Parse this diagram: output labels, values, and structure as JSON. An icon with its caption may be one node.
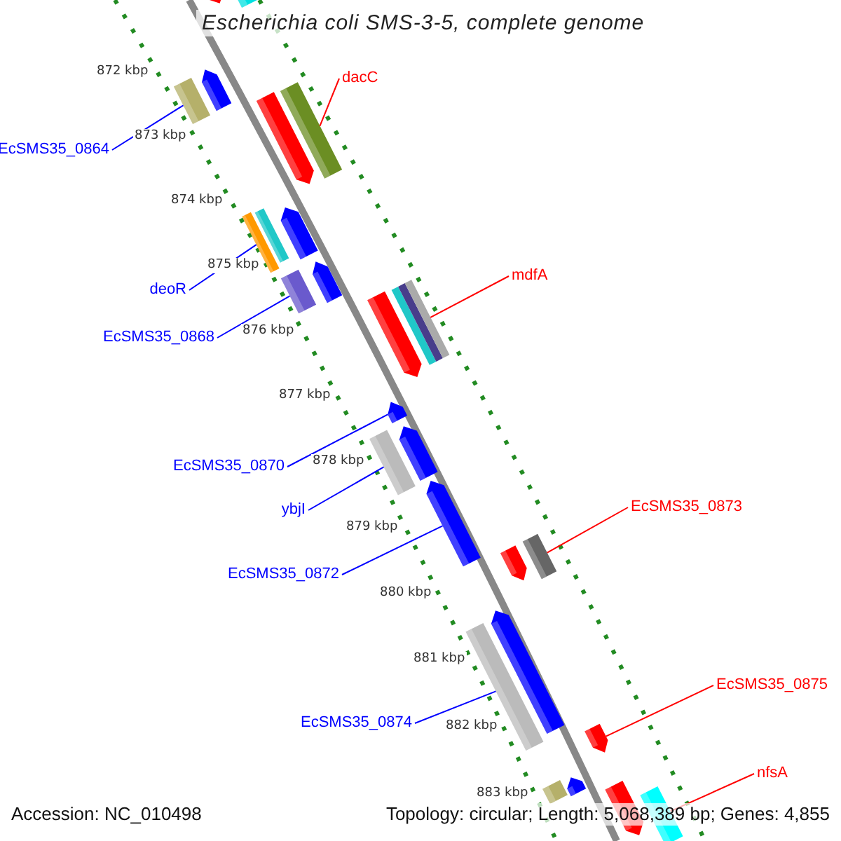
{
  "diagram": {
    "title": "Escherichia coli SMS-3-5, complete genome",
    "nodes": [
      {
        "text": [
          "dacC"
        ]
      },
      {
        "text": [
          "EcSMS35_0864"
        ]
      },
      {
        "text": [
          "deoR"
        ]
      },
      {
        "text": [
          "mdfA"
        ]
      },
      {
        "text": [
          "EcSMS35_0868"
        ]
      },
      {
        "text": [
          "EcSMS35_0870"
        ]
      },
      {
        "text": [
          "ybjI"
        ]
      },
      {
        "text": [
          "EcSMS35_0873"
        ]
      },
      {
        "text": [
          "EcSMS35_0872"
        ]
      },
      {
        "text": [
          "EcSMS35_0875"
        ]
      },
      {
        "text": [
          "EcSMS35_0874"
        ]
      },
      {
        "text": [
          "nfsA"
        ]
      },
      {
        "text": [],
        "shape": "bar"
      },
      {
        "text": [],
        "shape": "bar"
      },
      {
        "text": [],
        "shape": "bar"
      },
      {
        "text": [],
        "shape": "bar"
      },
      {
        "text": [],
        "shape": "bar"
      },
      {
        "text": [],
        "shape": "bar"
      },
      {
        "text": [],
        "shape": "bar"
      },
      {
        "text": [],
        "shape": "bar"
      },
      {
        "text": [],
        "shape": "bar"
      },
      {
        "text": [],
        "shape": "bar"
      },
      {
        "text": [],
        "shape": "bar"
      },
      {
        "text": [],
        "shape": "bar"
      },
      {
        "text": [],
        "shape": "bar"
      },
      {
        "text": [],
        "shape": "bar"
      },
      {
        "text": [],
        "shape": "bar"
      },
      {
        "text": [],
        "shape": "bar"
      },
      {
        "text": [],
        "shape": "bar"
      },
      {
        "text": [],
        "shape": "bar"
      },
      {
        "text": [],
        "shape": "bar"
      },
      {
        "text": [],
        "shape": "bar"
      },
      {
        "text": [],
        "shape": "bar"
      },
      {
        "text": [],
        "shape": "bar"
      },
      {
        "text": [],
        "shape": "bar"
      },
      {
        "text": [],
        "shape": "bar"
      },
      {
        "text": [],
        "shape": "bar"
      },
      {
        "text": [],
        "shape": "bar"
      }
    ],
    "edges": [
      {
        "from": 0,
        "to": 16,
        "arrow": "none",
        "color": "#ff0000"
      },
      {
        "from": 1,
        "to": 15,
        "arrow": "none"
      },
      {
        "from": 2,
        "to": 20,
        "arrow": "none"
      },
      {
        "from": 3,
        "to": 23,
        "arrow": "none",
        "color": "#ff0000"
      },
      {
        "from": 4,
        "to": 22,
        "arrow": "none"
      },
      {
        "from": 5,
        "to": 25,
        "arrow": "none"
      },
      {
        "from": 6,
        "to": 27,
        "arrow": "none"
      },
      {
        "from": 7,
        "to": 29,
        "arrow": "none",
        "color": "#ff0000"
      },
      {
        "from": 8,
        "to": 28,
        "arrow": "none"
      },
      {
        "from": 9,
        "to": 33,
        "arrow": "none",
        "color": "#ff0000"
      },
      {
        "from": 10,
        "to": 32,
        "arrow": "none"
      },
      {
        "from": 11,
        "to": 37,
        "arrow": "none",
        "color": "#ff0000"
      }
    ],
    "labels": [
      "872 kbp",
      "873 kbp",
      "874 kbp",
      "875 kbp",
      "876 kbp",
      "877 kbp",
      "878 kbp",
      "879 kbp",
      "880 kbp",
      "881 kbp",
      "882 kbp",
      "883 kbp",
      "Accession: NC_010498",
      "Topology: circular; Length: 5,068,389 bp; Genes: 4,855"
    ]
  }
}
